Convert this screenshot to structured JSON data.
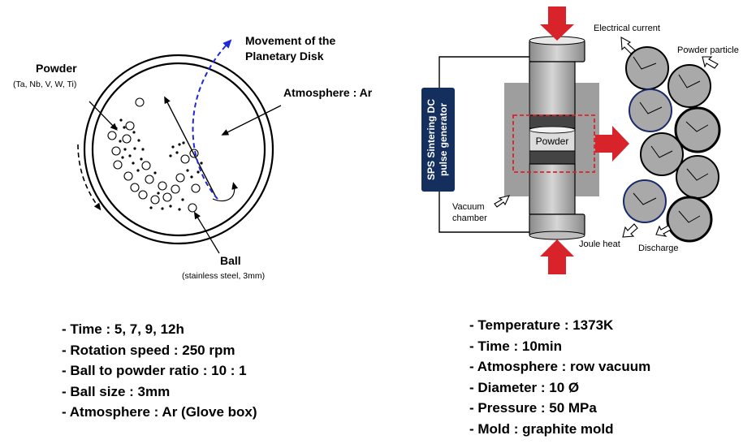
{
  "milling": {
    "powder_label": "Powder",
    "powder_elements": "(Ta, Nb, V, W, Ti)",
    "movement_label_line1": "Movement of the",
    "movement_label_line2": "Planetary Disk",
    "atmosphere_label": "Atmosphere : Ar",
    "ball_label": "Ball",
    "ball_detail": "(stainless steel, 3mm)"
  },
  "sps": {
    "generator_line1": "SPS Sintering DC",
    "generator_line2": "pulse generator",
    "powder_label": "Powder",
    "vacuum_line1": "Vacuum",
    "vacuum_line2": "chamber",
    "electrical_current": "Electrical current",
    "powder_particle": "Powder particle",
    "joule_heat": "Joule heat",
    "discharge": "Discharge"
  },
  "left_params": [
    "- Time :  5, 7, 9, 12h",
    "- Rotation speed :  250 rpm",
    "- Ball to powder ratio :  10 : 1",
    "- Ball size : 3mm",
    "- Atmosphere : Ar (Glove box)"
  ],
  "right_params": [
    "- Temperature : 1373K",
    "- Time : 10min",
    "- Atmosphere : row vacuum",
    "- Diameter : 10 Ø",
    "- Pressure : 50 MPa",
    "- Mold : graphite mold"
  ],
  "colors": {
    "arrow_red": "#d9232a",
    "movement_dash": "#1f2ad6",
    "generator_box": "#142f5e",
    "graphite_gray": "#9e9e9e",
    "particle_gray": "#a9a9a9"
  }
}
